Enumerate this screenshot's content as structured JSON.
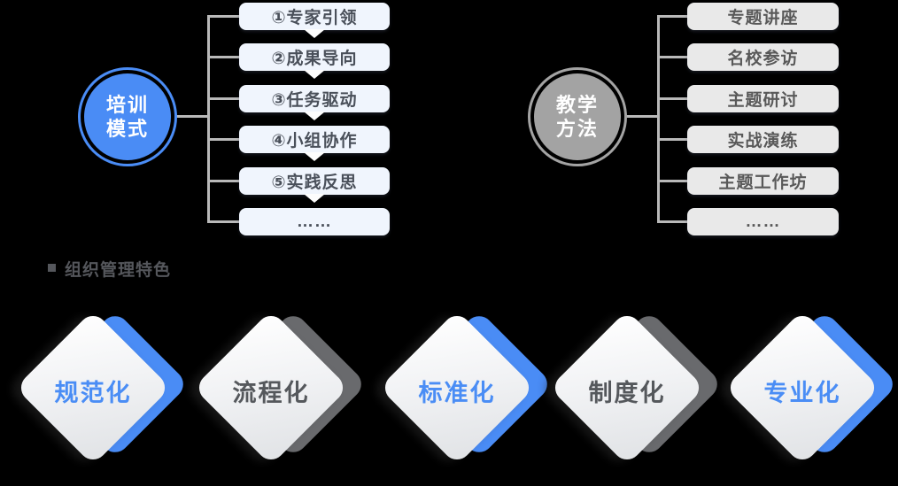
{
  "colors": {
    "background": "#000000",
    "accent_blue": "#4a8cf5",
    "accent_gray": "#a3a3a3",
    "left_box_bg": "#f0f5fd",
    "right_box_bg": "#e9e9e9",
    "connector_line": "#b9b9b9",
    "dark_text": "#4a505a",
    "diamond_gray_back": "#696a6d"
  },
  "left_group": {
    "circle_lines": [
      "培训",
      "模式"
    ],
    "items": [
      "①专家引领",
      "②成果导向",
      "③任务驱动",
      "④小组协作",
      "⑤实践反思",
      "……"
    ]
  },
  "right_group": {
    "circle_lines": [
      "教学",
      "方法"
    ],
    "items": [
      "专题讲座",
      "名校参访",
      "主题研讨",
      "实战演练",
      "主题工作坊",
      "……"
    ]
  },
  "management_section": {
    "heading": "组织管理特色",
    "diamonds": [
      {
        "label": "规范化",
        "theme": "blue"
      },
      {
        "label": "流程化",
        "theme": "gray"
      },
      {
        "label": "标准化",
        "theme": "blue"
      },
      {
        "label": "制度化",
        "theme": "gray"
      },
      {
        "label": "专业化",
        "theme": "blue"
      }
    ]
  }
}
